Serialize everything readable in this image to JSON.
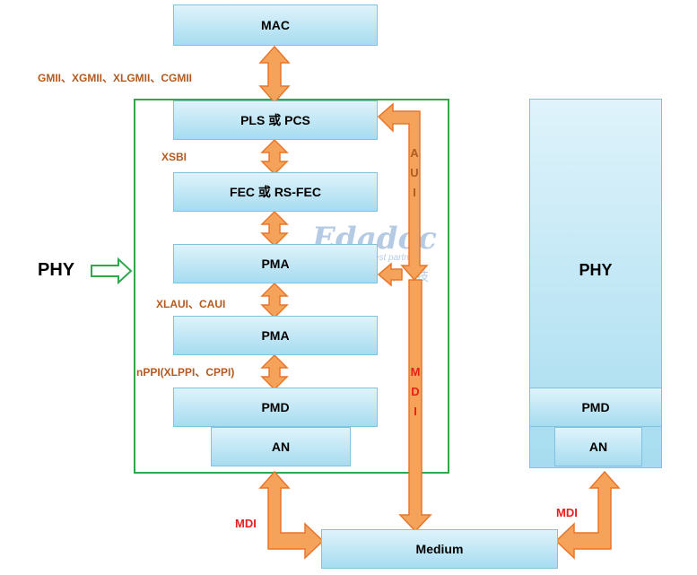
{
  "diagram": {
    "boxes": {
      "mac": "MAC",
      "pls_pcs": "PLS 或 PCS",
      "fec": "FEC 或 RS-FEC",
      "pma1": "PMA",
      "pma2": "PMA",
      "pmd_left": "PMD",
      "an_left": "AN",
      "phy_right": "PHY",
      "pmd_right": "PMD",
      "an_right": "AN",
      "medium": "Medium"
    },
    "labels": {
      "gmii": "GMII、XGMII、XLGMII、CGMII",
      "xsbi": "XSBI",
      "xlaui": "XLAUI、CAUI",
      "nppi": "nPPI(XLPPI、CPPI)",
      "phy_left": "PHY",
      "mdi_left": "MDI",
      "mdi_right": "MDI",
      "aui_vertical": [
        "A",
        "U",
        "I"
      ],
      "mdi_vertical": [
        "M",
        "D",
        "I"
      ]
    },
    "watermark": {
      "brand": "Edadoc",
      "tagline": "Your best partner",
      "chinese": [
        "一",
        "博",
        "科",
        "技"
      ]
    },
    "colors": {
      "box_border": "#7fc3e0",
      "box_fill": "#a6dcf0",
      "arrow_fill": "#f5a35a",
      "arrow_stroke": "#e8762b",
      "frame_green": "#2ea84a",
      "label_brown": "#b35a1f",
      "label_red": "#e8201a"
    }
  }
}
